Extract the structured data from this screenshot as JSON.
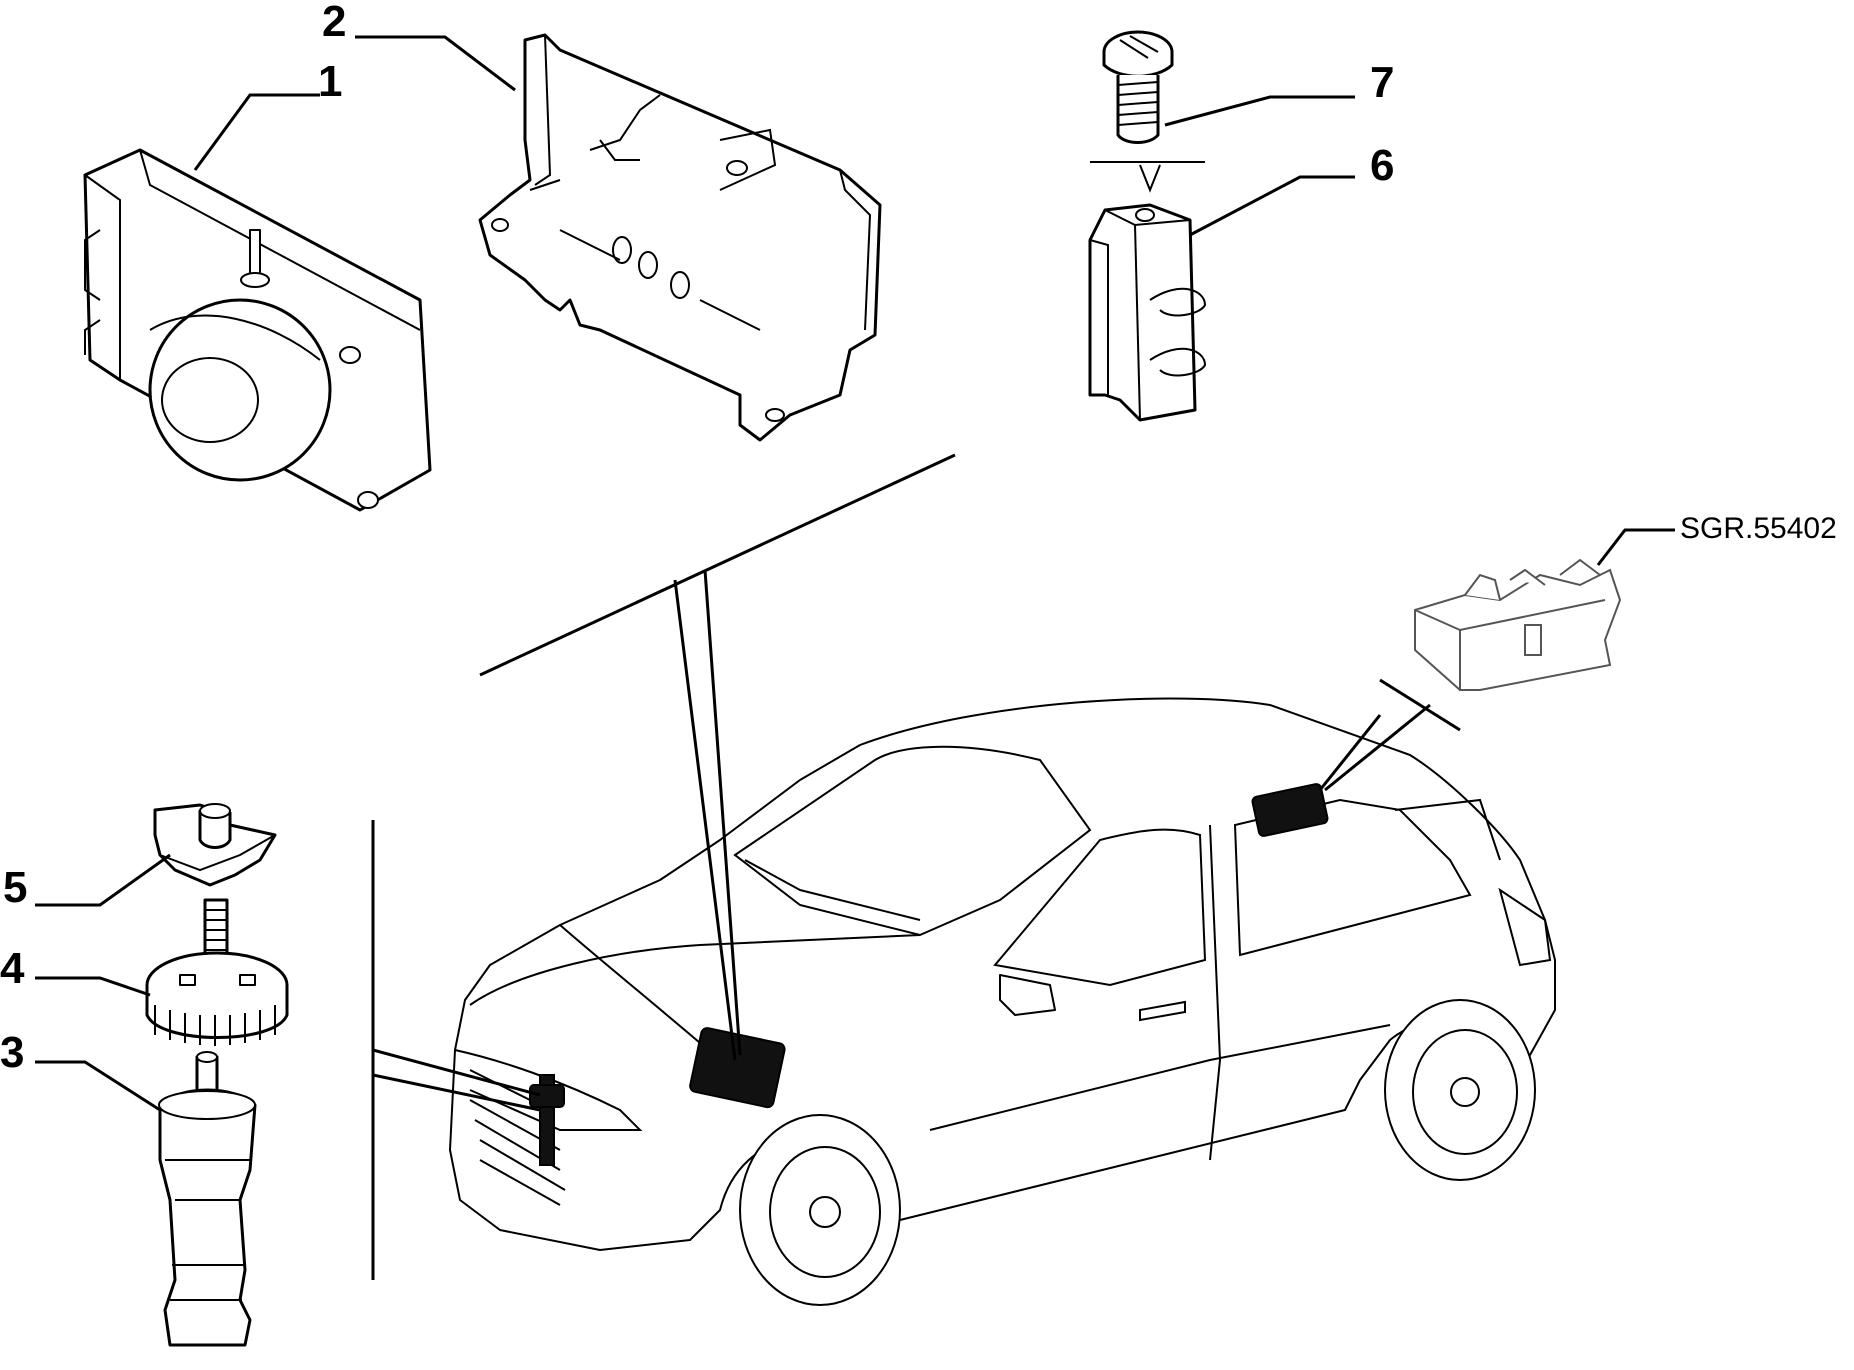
{
  "callouts": [
    {
      "id": "1",
      "label": "1"
    },
    {
      "id": "2",
      "label": "2"
    },
    {
      "id": "3",
      "label": "3"
    },
    {
      "id": "4",
      "label": "4"
    },
    {
      "id": "5",
      "label": "5"
    },
    {
      "id": "6",
      "label": "6"
    },
    {
      "id": "7",
      "label": "7"
    }
  ],
  "reference_code": "SGR.55402"
}
